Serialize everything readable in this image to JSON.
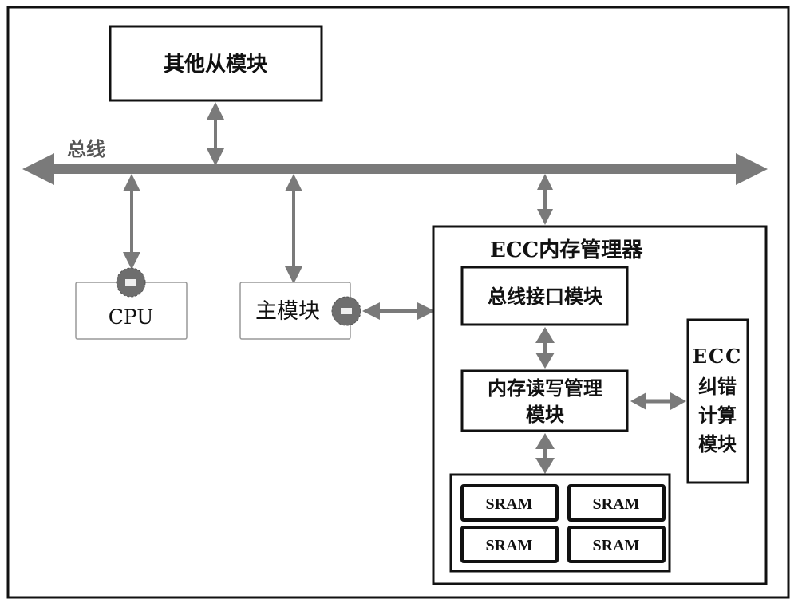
{
  "diagram": {
    "bus_label": "总线",
    "other_slave": "其他从模块",
    "cpu": "CPU",
    "master": "主模块",
    "ecc_manager": {
      "title": "ECC内存管理器",
      "bus_interface": "总线接口模块",
      "rw_manager_line1": "内存读写管理",
      "rw_manager_line2": "模块",
      "ecc_calc_lines": [
        "ECC",
        "纠错",
        "计算",
        "模块"
      ],
      "sram_blocks": [
        "SRAM",
        "SRAM",
        "SRAM",
        "SRAM"
      ]
    },
    "colors": {
      "arrow": "#7a7a7a",
      "border": "#111111",
      "connector": "#6e6e6e"
    }
  }
}
